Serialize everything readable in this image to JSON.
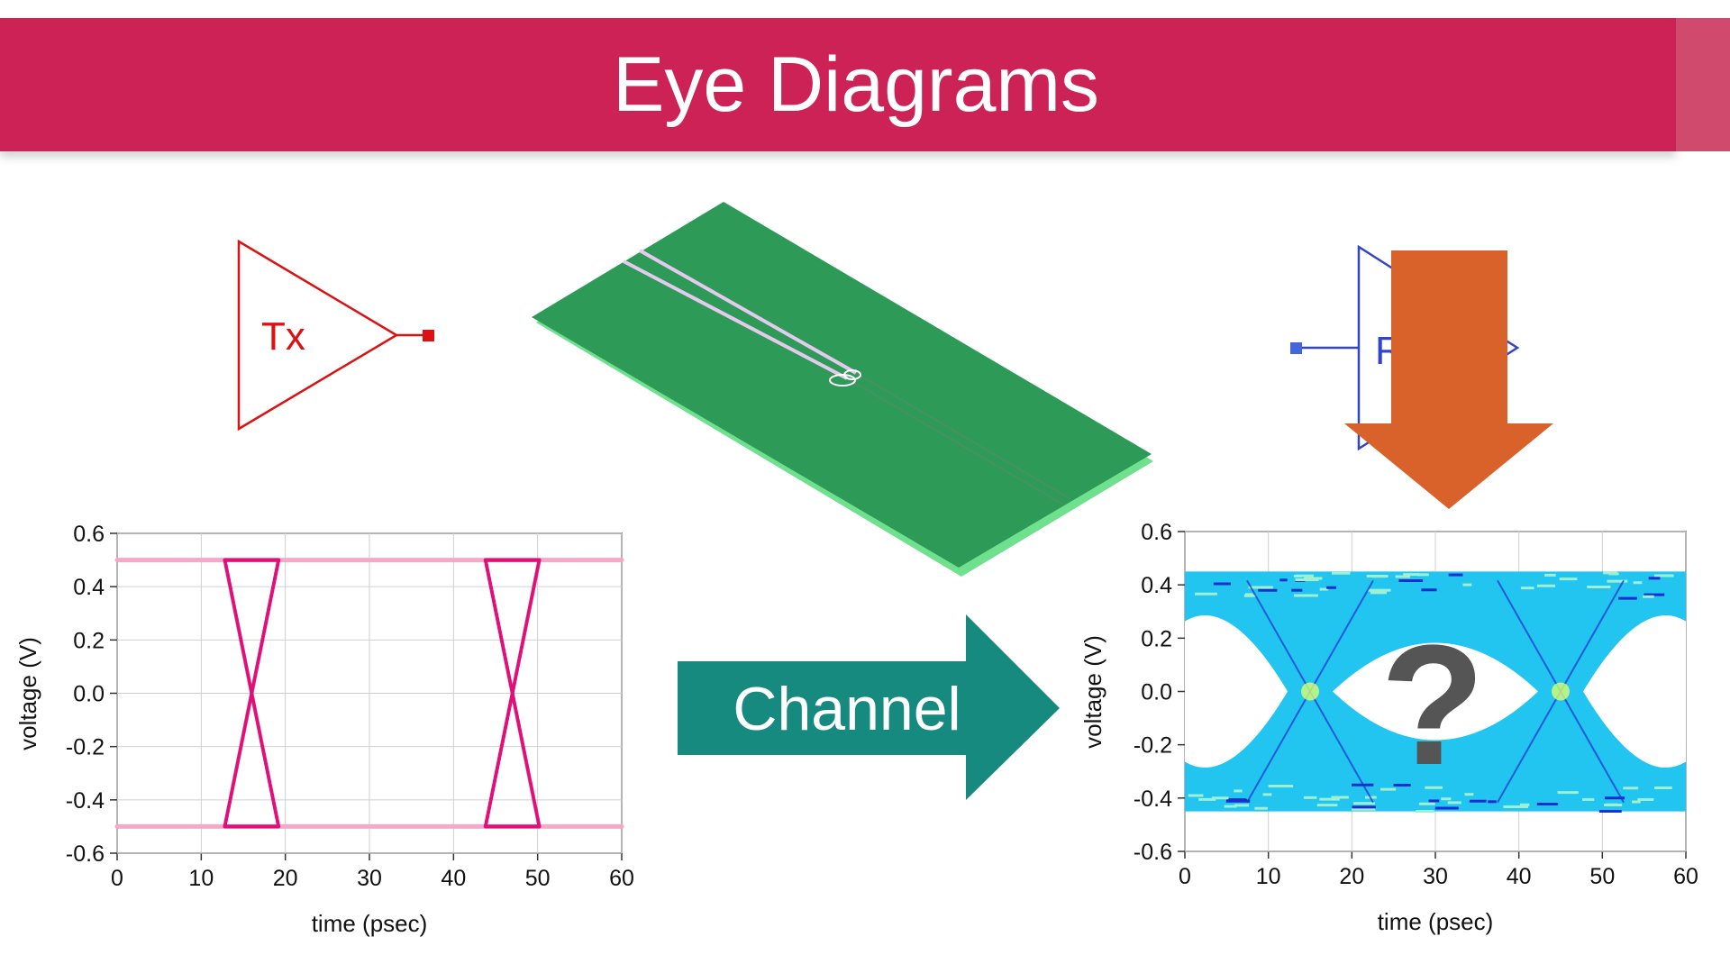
{
  "header": {
    "title": "Eye Diagrams"
  },
  "tx": {
    "label": "Tx"
  },
  "rx": {
    "label": "R"
  },
  "channel": {
    "label": "Channel"
  },
  "question": {
    "symbol": "?"
  },
  "colors": {
    "banner": "#cc2255",
    "tx": "#dd1111",
    "rx": "#3344cc",
    "channel_arrow": "#178a80",
    "down_arrow": "#d9622b",
    "board": "#2e9a58",
    "eye_in": "#e0107a",
    "eye_out": "#22c4f0"
  },
  "chart_data": [
    {
      "type": "line",
      "title": "",
      "xlabel": "time (psec)",
      "ylabel": "voltage (V)",
      "xlim": [
        0,
        60
      ],
      "ylim": [
        -0.6,
        0.6
      ],
      "xticks": [
        "0",
        "10",
        "20",
        "30",
        "40",
        "50",
        "60"
      ],
      "yticks": [
        "0.6",
        "0.4",
        "0.2",
        "0.0",
        "-0.2",
        "-0.4",
        "-0.6"
      ],
      "grid": true,
      "series": [
        {
          "x": [
            0,
            60
          ],
          "y": [
            0.5,
            0.5
          ]
        },
        {
          "x": [
            0,
            60
          ],
          "y": [
            -0.5,
            -0.5
          ]
        },
        {
          "x": [
            12.8,
            19.2
          ],
          "y": [
            0.5,
            -0.5
          ]
        },
        {
          "x": [
            12.8,
            19.2
          ],
          "y": [
            -0.5,
            0.5
          ]
        },
        {
          "x": [
            43.8,
            50.2
          ],
          "y": [
            0.5,
            -0.5
          ]
        },
        {
          "x": [
            43.8,
            50.2
          ],
          "y": [
            -0.5,
            0.5
          ]
        }
      ]
    },
    {
      "type": "scatter",
      "title": "",
      "xlabel": "time (psec)",
      "ylabel": "voltage (V)",
      "xlim": [
        0,
        60
      ],
      "ylim": [
        -0.6,
        0.6
      ],
      "xticks": [
        "0",
        "10",
        "20",
        "30",
        "40",
        "50",
        "60"
      ],
      "yticks": [
        "0.6",
        "0.4",
        "0.2",
        "0.0",
        "-0.2",
        "-0.4",
        "-0.6"
      ],
      "grid": true,
      "rails": [
        0.45,
        -0.45
      ],
      "crossings": [
        15,
        45
      ]
    }
  ]
}
